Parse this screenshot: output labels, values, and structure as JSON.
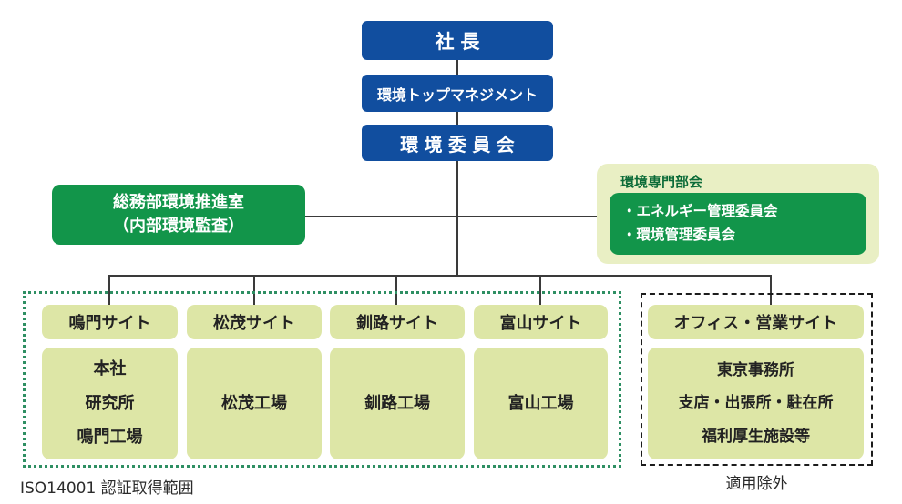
{
  "colors": {
    "blue": "#114e9f",
    "green": "#12954a",
    "light_green": "#dde6a6",
    "pale_green": "#e9efc4",
    "dark_green_text": "#0b6b38",
    "dotted_border": "#2e8f63",
    "dashed_border": "#1c1c1c",
    "connector_line": "#3a3a3a"
  },
  "hierarchy": {
    "president": "社長",
    "top_management": "環境トップマネジメント",
    "committee": "環境委員会"
  },
  "admin_office": {
    "line1": "総務部環境推進室",
    "line2": "（内部環境監査）"
  },
  "expert_panel": {
    "title": "環境専門部会",
    "items": [
      "・エネルギー管理委員会",
      "・環境管理委員会"
    ]
  },
  "sites": [
    {
      "name": "鳴門サイト",
      "members": [
        "本社",
        "研究所",
        "鳴門工場"
      ]
    },
    {
      "name": "松茂サイト",
      "members": [
        "松茂工場"
      ]
    },
    {
      "name": "釧路サイト",
      "members": [
        "釧路工場"
      ]
    },
    {
      "name": "富山サイト",
      "members": [
        "富山工場"
      ]
    }
  ],
  "office_site": {
    "name": "オフィス・営業サイト",
    "members": [
      "東京事務所",
      "支店・出張所・駐在所",
      "福利厚生施設等"
    ]
  },
  "captions": {
    "certification_scope": "ISO14001 認証取得範囲",
    "exemption": "適用除外"
  }
}
